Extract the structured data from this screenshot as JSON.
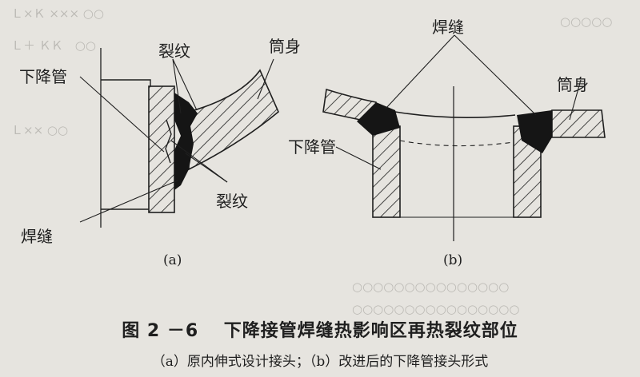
{
  "figure_a": {
    "labels": {
      "downcomer": "下降管",
      "crack_top": "裂纹",
      "shell": "筒身",
      "crack_bottom": "裂纹",
      "weld": "焊缝"
    },
    "sublabel": "(a)"
  },
  "figure_b": {
    "labels": {
      "weld": "焊缝",
      "shell": "筒身",
      "downcomer": "下降管"
    },
    "sublabel": "(b)"
  },
  "caption": {
    "title": "图 2 －6　 下降接管焊缝热影响区再热裂纹部位",
    "note": "（a）原内伸式设计接头；（b）改进后的下降管接头形式"
  },
  "colors": {
    "paper": "#e6e4df",
    "ink": "#1f1f1f",
    "weld_fill": "#151515"
  }
}
